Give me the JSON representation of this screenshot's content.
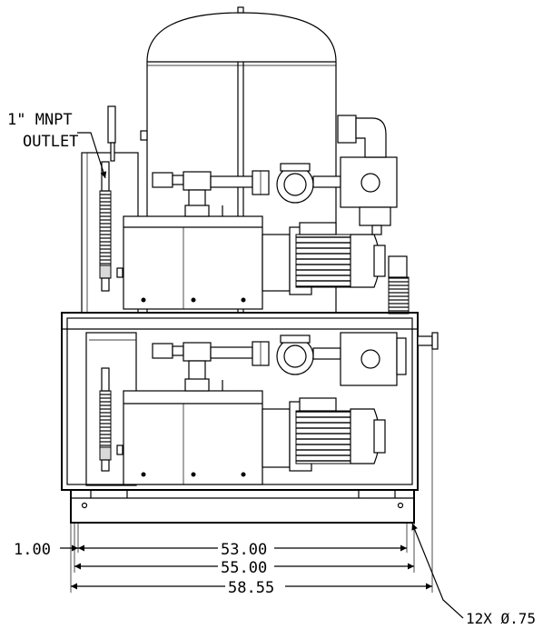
{
  "labels": {
    "outlet_line1": "1\" MNPT",
    "outlet_line2": "OUTLET",
    "offset_dim": "1.00",
    "dim_inner": "53.00",
    "dim_middle": "55.00",
    "dim_outer": "58.55",
    "holes": "12X Ø.75"
  }
}
